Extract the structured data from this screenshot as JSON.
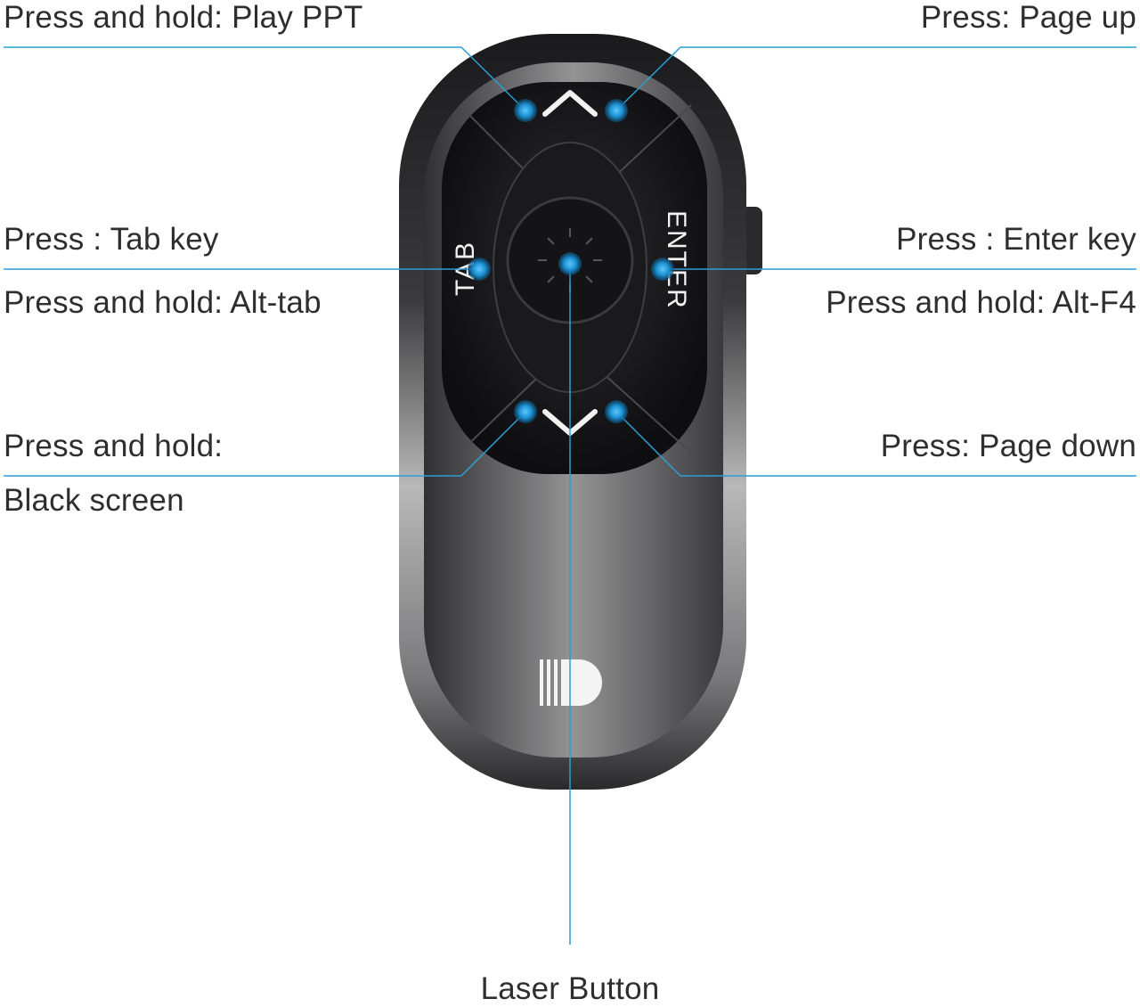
{
  "annotations": {
    "play_ppt": "Press and hold: Play PPT",
    "page_up": "Press: Page up",
    "tab_key": "Press : Tab key",
    "alt_tab": "Press and hold: Alt-tab",
    "enter_key": "Press : Enter key",
    "alt_f4": "Press and hold: Alt-F4",
    "black_screen_1": "Press and hold:",
    "black_screen_2": "Black screen",
    "page_down": "Press: Page down",
    "laser_button": "Laser Button"
  },
  "keys": {
    "tab": "TAB",
    "enter": "ENTER"
  },
  "colors": {
    "callout_line": "#2a9fd6",
    "dot": "#1b8fd0",
    "body_dark": "#1c1c1e",
    "body_light": "#c9c9c9"
  }
}
